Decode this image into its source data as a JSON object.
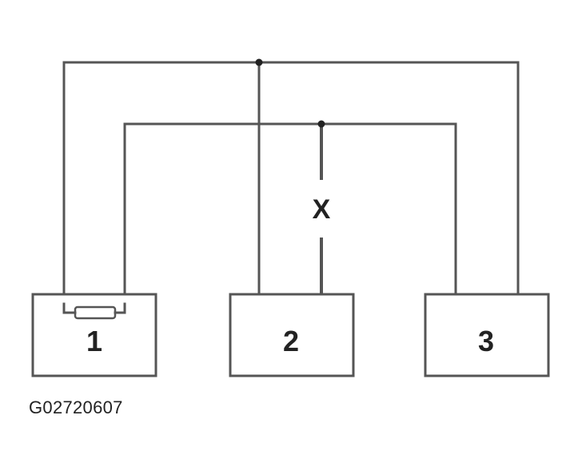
{
  "diagram": {
    "components": [
      {
        "label": "1"
      },
      {
        "label": "2"
      },
      {
        "label": "3"
      }
    ],
    "break_label": "X",
    "reference_code": "G02720607",
    "line_color": "#555555"
  }
}
